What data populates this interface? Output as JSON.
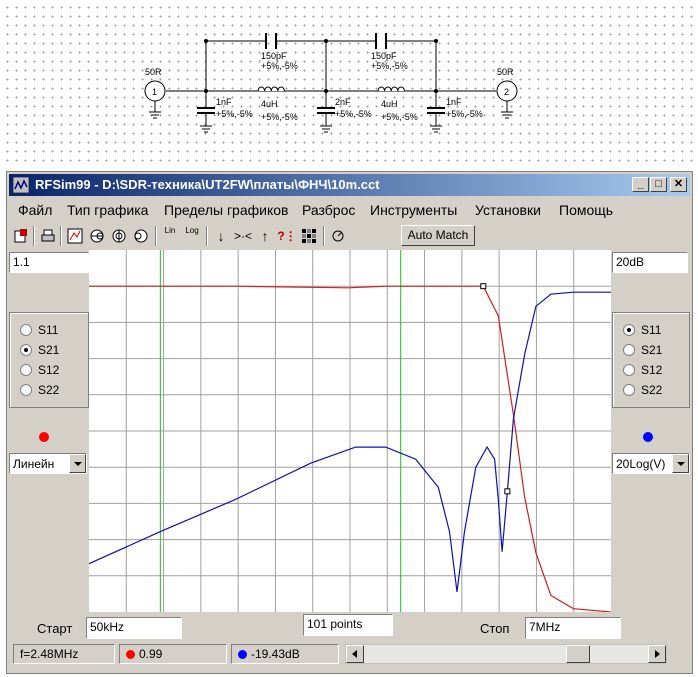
{
  "schematic": {
    "port1_label": "50R",
    "port1_number": "1",
    "port2_label": "50R",
    "port2_number": "2",
    "c_series1_value": "150pF",
    "c_series1_tol": "+5%,-5%",
    "c_series2_value": "150pF",
    "c_series2_tol": "+5%,-5%",
    "c1_value": "1nF",
    "c1_tol": "+5%,-5%",
    "l1_value": "4uH",
    "l1_tol": "+5%,-5%",
    "c2_value": "2nF",
    "c2_tol": "+5%,-5%",
    "l2_value": "4uH",
    "l2_tol": "+5%,-5%",
    "c3_value": "1nF",
    "c3_tol": "+5%,-5%"
  },
  "window": {
    "title": "RFSim99 - D:\\SDR-техника\\UT2FW\\платы\\ФНЧ\\10m.cct",
    "minimize_label": "_",
    "maximize_label": "□",
    "close_label": "✕"
  },
  "menu": {
    "file": "Файл",
    "chart_type": "Тип графика",
    "chart_limits": "Пределы графиков",
    "spread": "Разброс",
    "tools": "Инструменты",
    "settings": "Установки",
    "help": "Помощь"
  },
  "toolbar": {
    "lin_label": "Lin",
    "log_label": "Log",
    "auto_match": "Auto Match"
  },
  "left_panel": {
    "scale_value": "1.1",
    "s11": "S11",
    "s21": "S21",
    "s12": "S12",
    "s22": "S22",
    "selected": "S21",
    "marker_color": "#ff0000",
    "scale_mode": "Линейн"
  },
  "right_panel": {
    "scale_value": "20dB",
    "s11": "S11",
    "s21": "S21",
    "s12": "S12",
    "s22": "S22",
    "selected": "S11",
    "marker_color": "#0000ff",
    "scale_mode": "20Log(V)"
  },
  "bottom": {
    "start_label": "Старт",
    "start_value": "50kHz",
    "points_value": "101 points",
    "stop_label": "Стоп",
    "stop_value": "7MHz"
  },
  "status": {
    "frequency": "f=2.48MHz",
    "left_readout": "0.99",
    "right_readout": "-19.43dB"
  },
  "chart_data": {
    "type": "line",
    "x": {
      "start_mhz": 0.05,
      "stop_mhz": 7,
      "marker_mhz": [
        1.0,
        4.2
      ]
    },
    "series": [
      {
        "name": "S21",
        "color": "#cc2020",
        "points": [
          [
            0.05,
            0.99
          ],
          [
            2.0,
            0.99
          ],
          [
            3.5,
            0.985
          ],
          [
            4.0,
            0.99
          ],
          [
            5.3,
            0.99
          ],
          [
            5.5,
            0.9
          ],
          [
            5.7,
            0.6
          ],
          [
            5.85,
            0.35
          ],
          [
            6.0,
            0.18
          ],
          [
            6.2,
            0.05
          ],
          [
            6.5,
            0.01
          ],
          [
            7.0,
            0.0
          ]
        ]
      },
      {
        "name": "S11",
        "color": "#1010b0",
        "points": [
          [
            0.05,
            -88
          ],
          [
            1.0,
            -80
          ],
          [
            2.0,
            -72
          ],
          [
            3.0,
            -63
          ],
          [
            3.6,
            -59
          ],
          [
            4.0,
            -59
          ],
          [
            4.4,
            -62
          ],
          [
            4.7,
            -69
          ],
          [
            4.85,
            -80
          ],
          [
            4.95,
            -95
          ],
          [
            5.05,
            -80
          ],
          [
            5.2,
            -64
          ],
          [
            5.35,
            -59
          ],
          [
            5.45,
            -62
          ],
          [
            5.5,
            -72
          ],
          [
            5.55,
            -85
          ],
          [
            5.62,
            -70
          ],
          [
            5.7,
            -52
          ],
          [
            5.85,
            -36
          ],
          [
            6.0,
            -24
          ],
          [
            6.2,
            -21
          ],
          [
            6.5,
            -20.5
          ],
          [
            7.0,
            -20.5
          ]
        ]
      }
    ],
    "left_axis": {
      "min": 0,
      "max": 1.1
    },
    "right_axis": {
      "min": -100,
      "max": -10
    },
    "grid": true
  }
}
